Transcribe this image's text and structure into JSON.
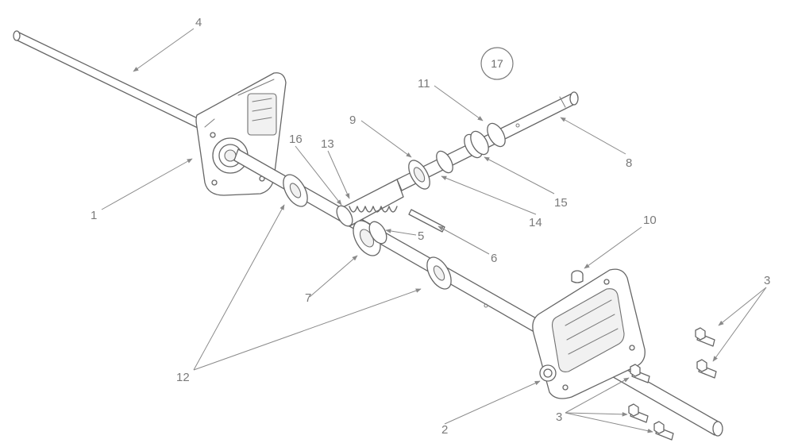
{
  "callouts": {
    "c1": "1",
    "c2": "2",
    "c3": "3",
    "c4": "4",
    "c5": "5",
    "c6": "6",
    "c7": "7",
    "c8": "8",
    "c9": "9",
    "c10": "10",
    "c11": "11",
    "c12": "12",
    "c13": "13",
    "c14": "14",
    "c15": "15",
    "c16": "16",
    "c17": "17",
    "c3b": "3"
  },
  "colors": {
    "line": "#6a6a6a",
    "background": "#ffffff"
  }
}
